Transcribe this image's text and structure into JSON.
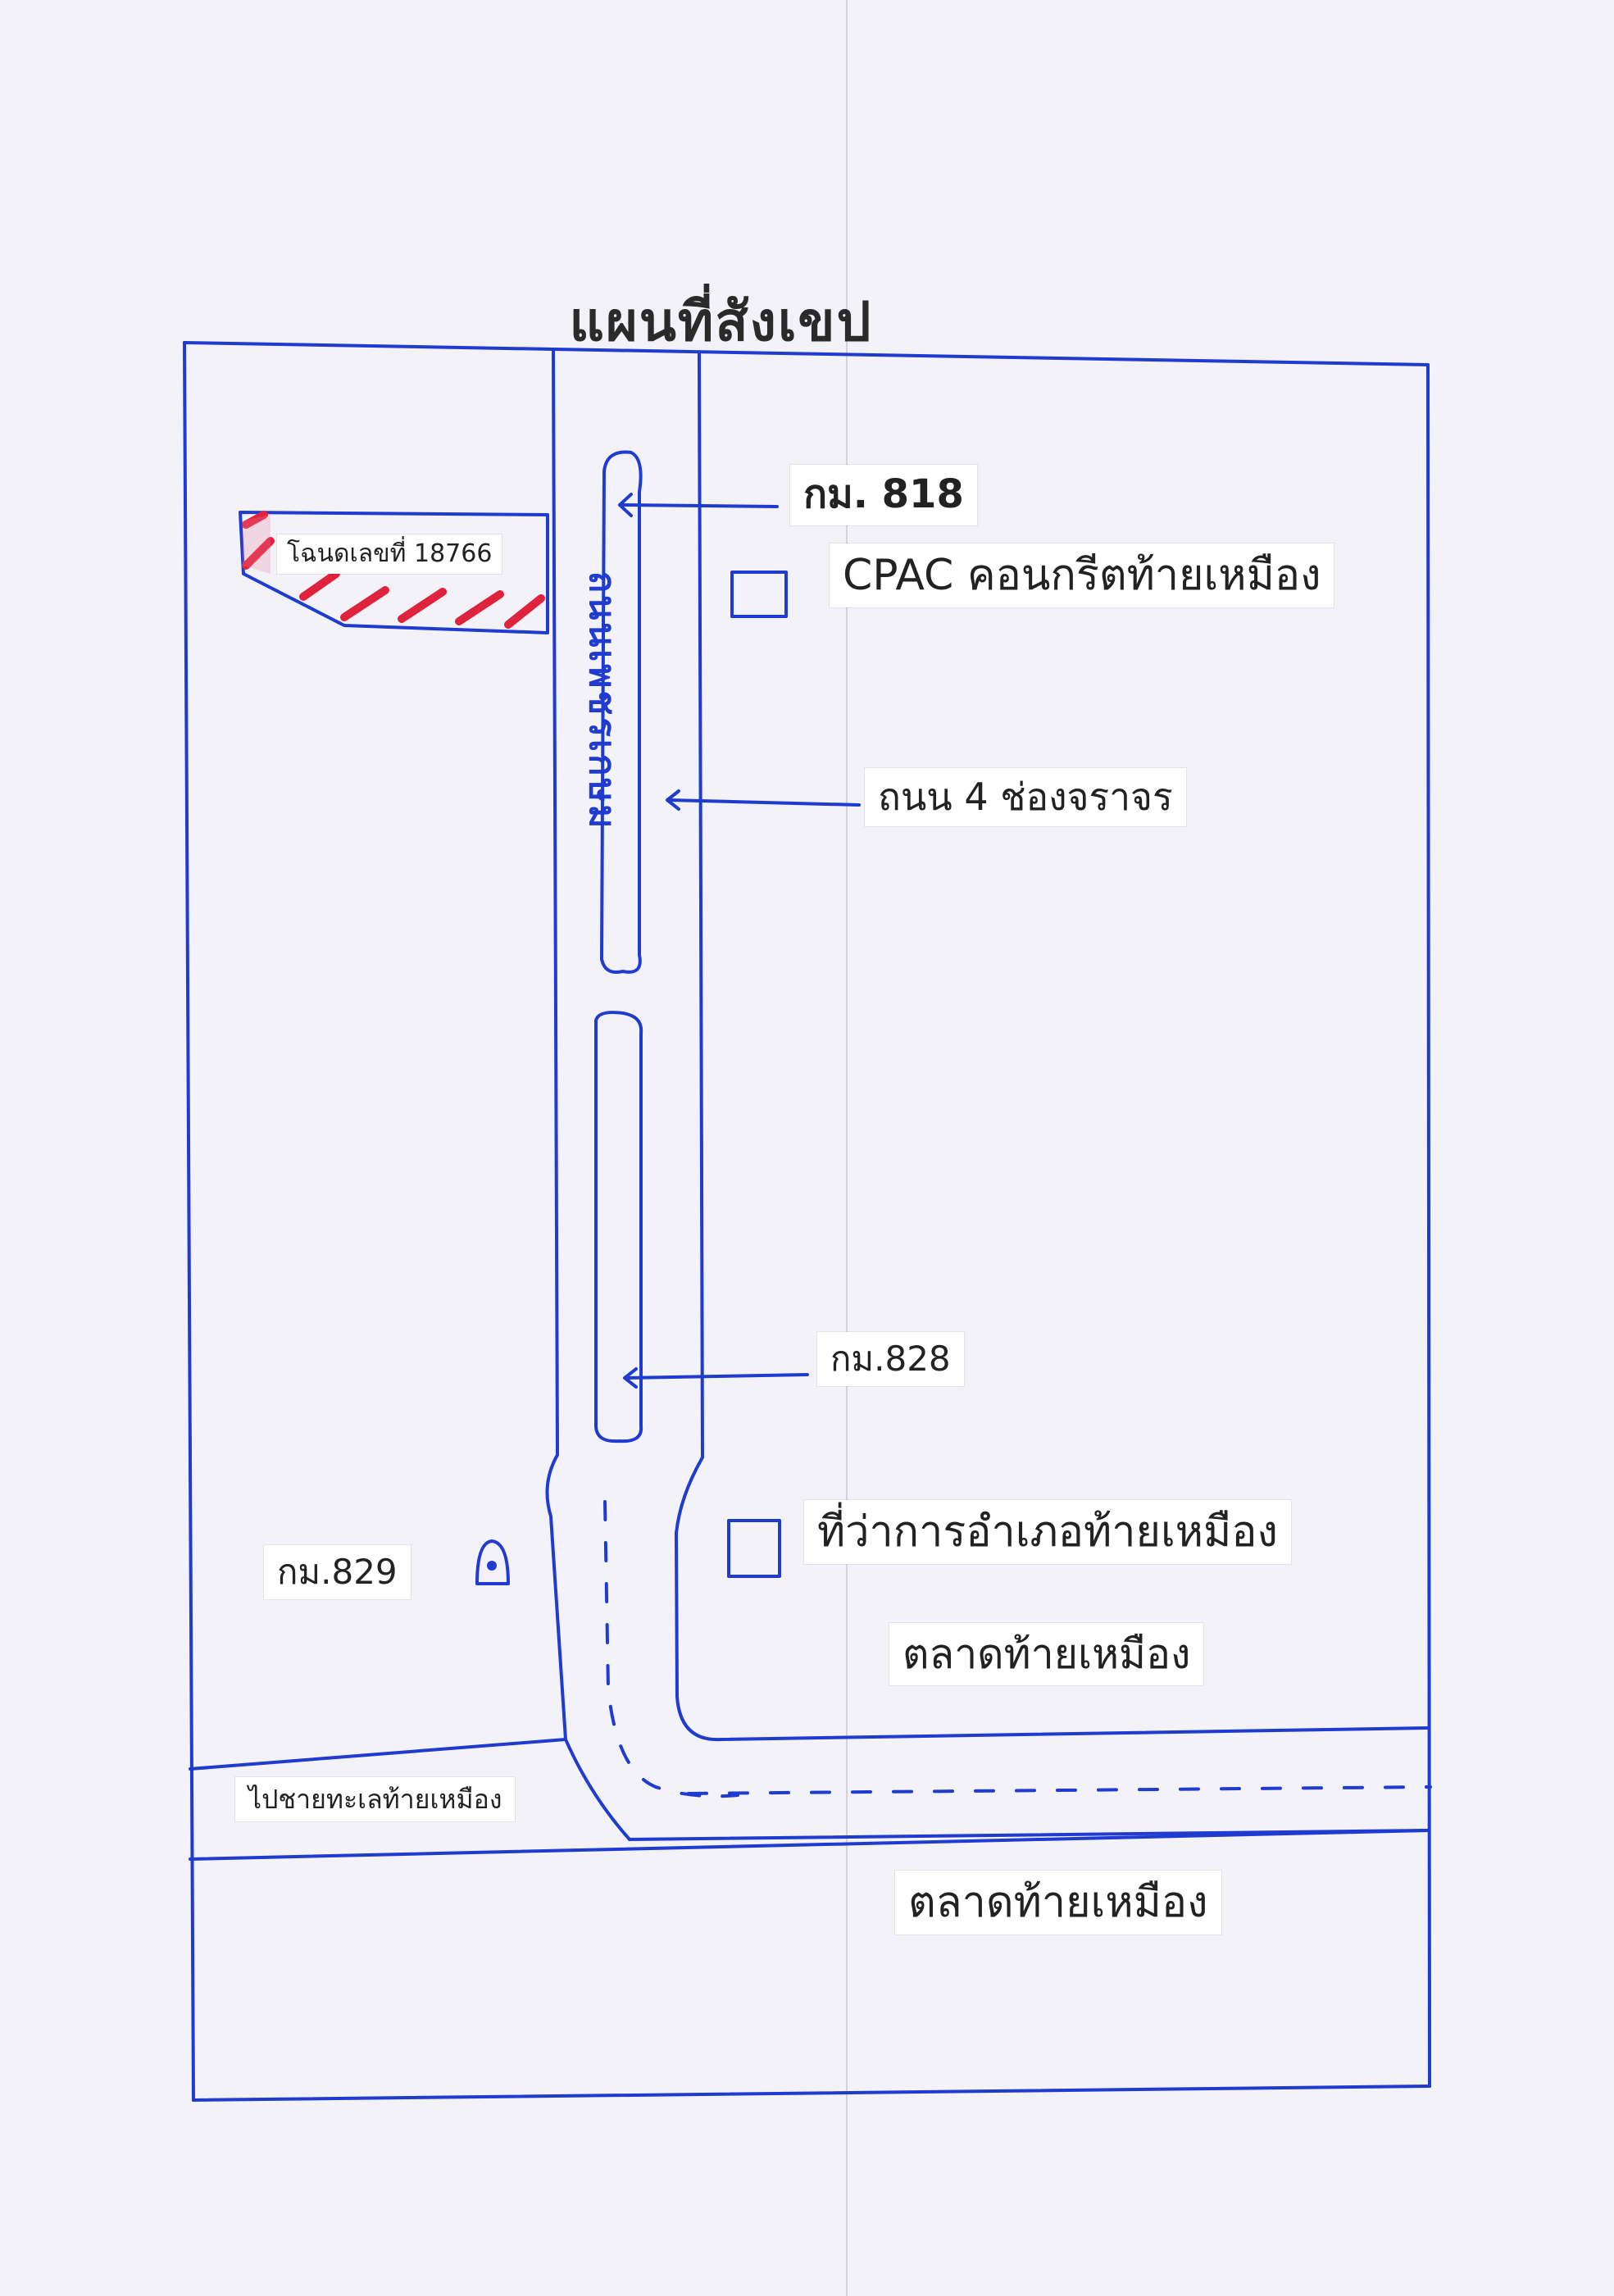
{
  "title": "แผนที่สังเขป",
  "colors": {
    "ink_blue": "#1f3bd0",
    "hatch_red": "#e0233c",
    "pink": "#ef7fa2",
    "paper": "#f3f2f8"
  },
  "labels": {
    "km818": "กม. 818",
    "cpac": "CPAC คอนกรีตท้ายเหมือง",
    "road_4_lane": "ถนน 4 ช่องจราจร",
    "km828": "กม.828",
    "district_office": "ที่ว่าการอำเภอท้ายเหมือง",
    "market_upper": "ตลาดท้ายเหมือง",
    "km829": "กม.829",
    "to_beach": "ไปชายทะเลท้ายเหมือง",
    "market_lower": "ตลาดท้ายเหมือง",
    "deed": "โฉนดเลขที่ 18766",
    "road_name_handwritten": "ถนนเพชรเกษม"
  }
}
